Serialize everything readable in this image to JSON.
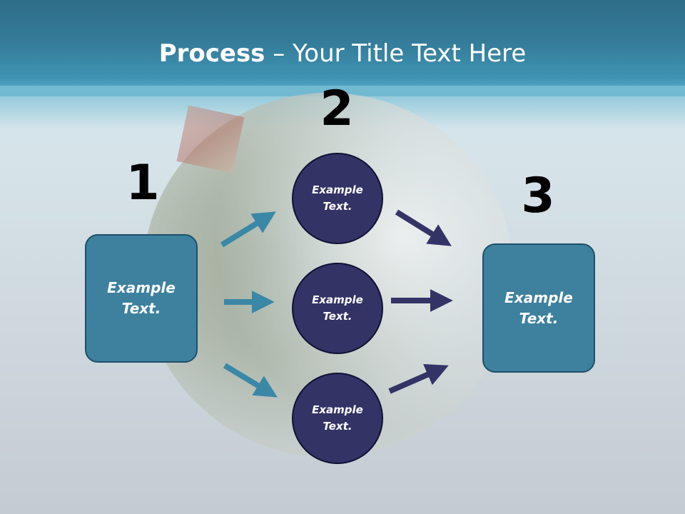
{
  "slide": {
    "title_bold": "Process",
    "title_rest": " – Your Title Text Here",
    "steps": [
      {
        "number": "1",
        "box_text": "Example Text."
      },
      {
        "number": "2",
        "circles": [
          "Example Text.",
          "Example Text.",
          "Example Text."
        ]
      },
      {
        "number": "3",
        "box_text": "Example Text."
      }
    ]
  },
  "colors": {
    "box_fill": "#3d819f",
    "circle_fill": "#333366",
    "arrow_left": "#3a88a6",
    "arrow_right": "#333366",
    "header": "#347c9a"
  }
}
